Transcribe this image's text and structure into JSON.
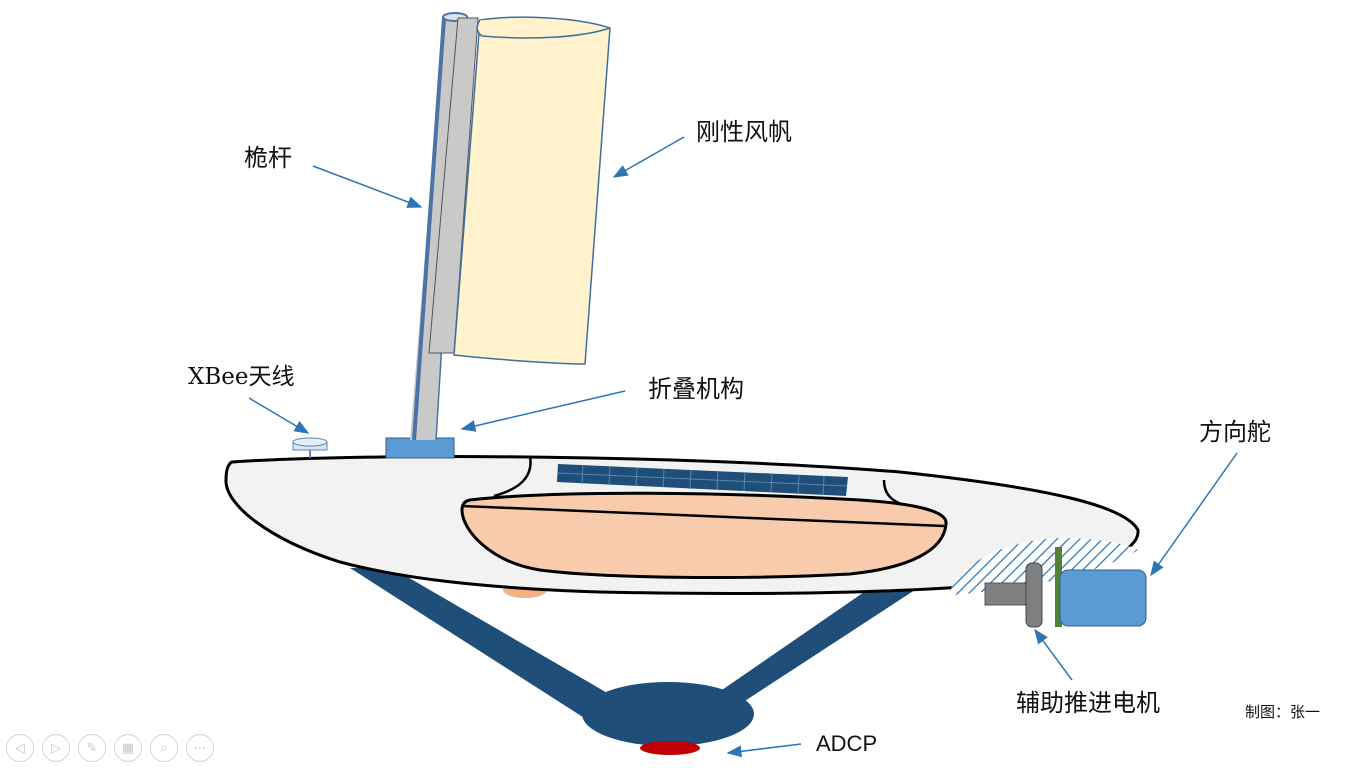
{
  "labels": {
    "mast": "桅杆",
    "rigid_sail": "刚性风帆",
    "xbee_antenna": "XBee天线",
    "folding_mechanism": "折叠机构",
    "rudder": "方向舵",
    "aux_motor": "辅助推进电机",
    "adcp": "ADCP",
    "credit": "制图：张一"
  },
  "colors": {
    "hull_fill": "#f2f2f2",
    "hull_outline": "#000000",
    "sail_fill": "#fff2cc",
    "mast_fill": "#c9c9c9",
    "mast_edge": "#4a73a6",
    "hatch_fill": "#f8cbad",
    "solar_panel": "#1f4e79",
    "keel_strut": "#1f4e79",
    "fold_block": "#5b9bd5",
    "motor_body": "#5b9bd5",
    "propeller_disc": "#7f7f7f",
    "green_plate": "#548235",
    "adcp_sensor": "#c00000",
    "orange_sensor": "#f4b183",
    "arrow": "#2e75b6"
  },
  "toolbar": {
    "buttons": [
      {
        "icon": "prev-icon",
        "glyph": "◁"
      },
      {
        "icon": "next-icon",
        "glyph": "▷"
      },
      {
        "icon": "pen-icon",
        "glyph": "✎"
      },
      {
        "icon": "slides-icon",
        "glyph": "▦"
      },
      {
        "icon": "zoom-icon",
        "glyph": "⌕"
      },
      {
        "icon": "more-icon",
        "glyph": "⋯"
      }
    ]
  }
}
